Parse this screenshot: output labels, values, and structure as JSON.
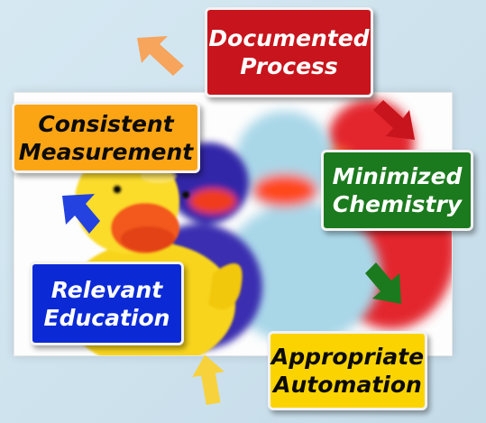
{
  "boxes": {
    "documented_process": {
      "line1": "Documented",
      "line2": "Process",
      "color": "#c8141c"
    },
    "minimized_chemistry": {
      "line1": "Minimized",
      "line2": "Chemistry",
      "color": "#1b7a1d"
    },
    "appropriate_automation": {
      "line1": "Appropriate",
      "line2": "Automation",
      "color": "#fbd400"
    },
    "relevant_education": {
      "line1": "Relevant",
      "line2": "Education",
      "color": "#0b2ad6"
    },
    "consistent_measurement": {
      "line1": "Consistent",
      "line2": "Measurement",
      "color": "#fba515"
    }
  },
  "arrows": [
    {
      "name": "arrow-to-documented",
      "color": "#f7a45c"
    },
    {
      "name": "arrow-to-minimized",
      "color": "#c8141c"
    },
    {
      "name": "arrow-to-appropriate",
      "color": "#1b7a1d"
    },
    {
      "name": "arrow-to-relevant",
      "color": "#f7d23c"
    },
    {
      "name": "arrow-to-consistent",
      "color": "#2342e0"
    }
  ],
  "photo": {
    "subject": "rubber-ducks"
  }
}
